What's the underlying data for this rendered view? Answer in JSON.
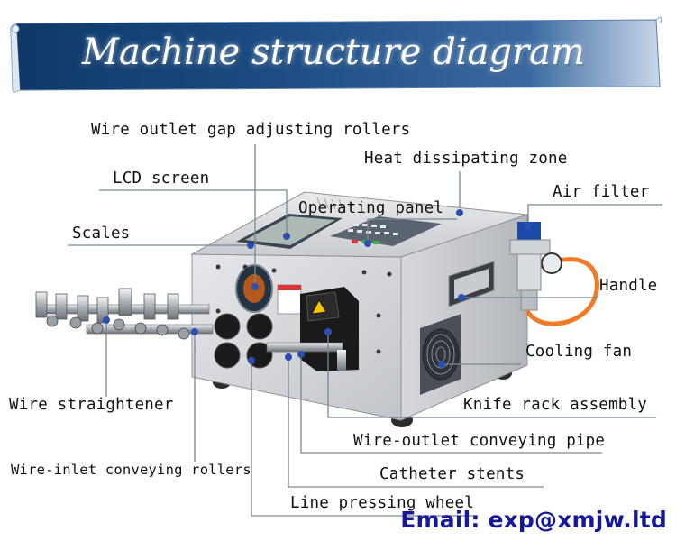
{
  "title": "Machine structure diagram",
  "labels": {
    "wire_outlet_gap_rollers": "Wire outlet gap adjusting rollers",
    "lcd_screen": "LCD screen",
    "scales": "Scales",
    "operating_panel": "Operating panel",
    "heat_zone": "Heat dissipating zone",
    "air_filter": "Air filter",
    "handle": "Handle",
    "cooling_fan": "Cooling fan",
    "wire_straightener": "Wire straightener",
    "knife_rack": "Knife rack assembly",
    "wire_outlet_pipe": "Wire-outlet conveying pipe",
    "wire_inlet_rollers": "Wire-inlet conveying rollers",
    "catheter_stents": "Catheter stents",
    "line_pressing_wheel": "Line pressing wheel"
  },
  "email": "Email: exp@xmjw.ltd",
  "colors": {
    "banner": "#1c4a7e",
    "banner_light": "#e4ebf5",
    "leader": "#7a8793",
    "email": "#16189a",
    "machine_body": "#dcdde0",
    "hose": "#f07a28"
  }
}
